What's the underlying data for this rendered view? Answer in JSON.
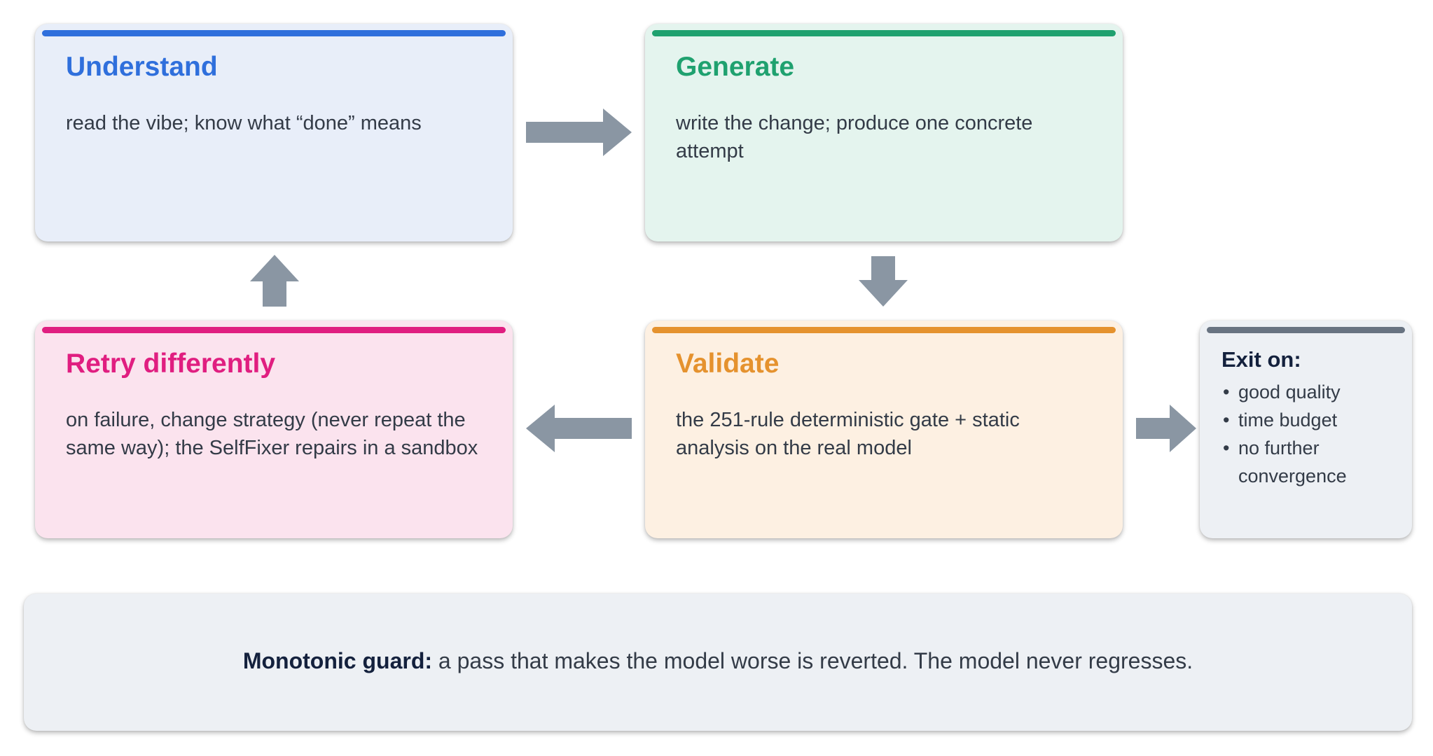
{
  "steps": {
    "understand": {
      "title": "Understand",
      "body": "read the vibe; know what “done” means"
    },
    "generate": {
      "title": "Generate",
      "body": "write the change; produce one concrete attempt"
    },
    "validate": {
      "title": "Validate",
      "body": "the 251-rule deterministic gate + static analysis on the real model"
    },
    "retry": {
      "title": "Retry differently",
      "body": "on failure, change strategy (never repeat the same way); the SelfFixer repairs in a sandbox"
    }
  },
  "exit": {
    "title": "Exit on:",
    "items": [
      "good quality",
      "time budget",
      "no further convergence"
    ]
  },
  "guard": {
    "label": "Monotonic guard:",
    "text": " a pass that makes the model worse is reverted.  The model never regresses."
  },
  "colors": {
    "understand": "#2f6fdc",
    "generate": "#1fa16f",
    "validate": "#e5922e",
    "retry": "#e01e80",
    "exit": "#687381",
    "arrow": "#8a96a3"
  },
  "icons": {
    "arrow_understand_generate": "arrow-right-icon",
    "arrow_generate_validate": "arrow-down-icon",
    "arrow_validate_retry": "arrow-left-icon",
    "arrow_retry_understand": "arrow-up-icon",
    "arrow_validate_exit": "arrow-right-icon"
  }
}
